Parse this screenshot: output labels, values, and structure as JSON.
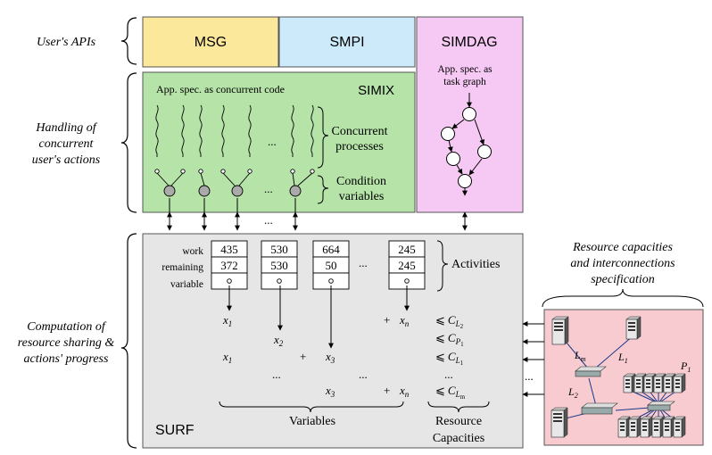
{
  "left_labels": {
    "users_apis": "User's APIs",
    "handling": [
      "Handling of",
      "concurrent",
      "user's actions"
    ],
    "computation": [
      "Computation of",
      "resource sharing &",
      "actions' progress"
    ]
  },
  "apis": {
    "msg": "MSG",
    "smpi": "SMPI",
    "simdag": "SIMDAG"
  },
  "colors": {
    "msg": "#fbe89a",
    "smpi": "#cdeafa",
    "simdag": "#f5c9f3",
    "simix": "#b5e3a8",
    "surf": "#e6e6e6",
    "resources": "#f7cbd0"
  },
  "simix": {
    "title": "SIMIX",
    "caption": "App. spec. as concurrent code",
    "processes_label": [
      "Concurrent",
      "processes"
    ],
    "conditions_label": [
      "Condition",
      "variables"
    ],
    "ellipsis": "..."
  },
  "simdag": {
    "caption": [
      "App. spec. as",
      "task graph"
    ]
  },
  "surf": {
    "title": "SURF",
    "row_labels": [
      "work",
      "remaining",
      "variable"
    ],
    "activities": [
      {
        "work": "435",
        "remaining": "372"
      },
      {
        "work": "530",
        "remaining": "530"
      },
      {
        "work": "664",
        "remaining": "50"
      },
      {
        "work": "245",
        "remaining": "245"
      }
    ],
    "activities_label": "Activities",
    "ellipsis": "...",
    "variables_label": "Variables",
    "capacities_label": [
      "Resource",
      "Capacities"
    ],
    "eq": {
      "x1": "x",
      "x1_sub": "1",
      "x2": "x",
      "x2_sub": "2",
      "x3": "x",
      "x3_sub": "3",
      "xn": "x",
      "xn_sub": "n",
      "plus": "+",
      "leq": "⩽",
      "C": "C",
      "c_subs": [
        "L",
        "P",
        "L",
        "L"
      ],
      "c_subsubs": [
        "2",
        "1",
        "1",
        "m"
      ]
    }
  },
  "resources": {
    "title": [
      "Resource capacities",
      "and interconnections",
      "specification"
    ],
    "labels": {
      "lm": "L",
      "lm_sub": "m",
      "l1": "L",
      "l1_sub": "1",
      "l2": "L",
      "l2_sub": "2",
      "p1": "P",
      "p1_sub": "1"
    },
    "ellipsis": "..."
  }
}
